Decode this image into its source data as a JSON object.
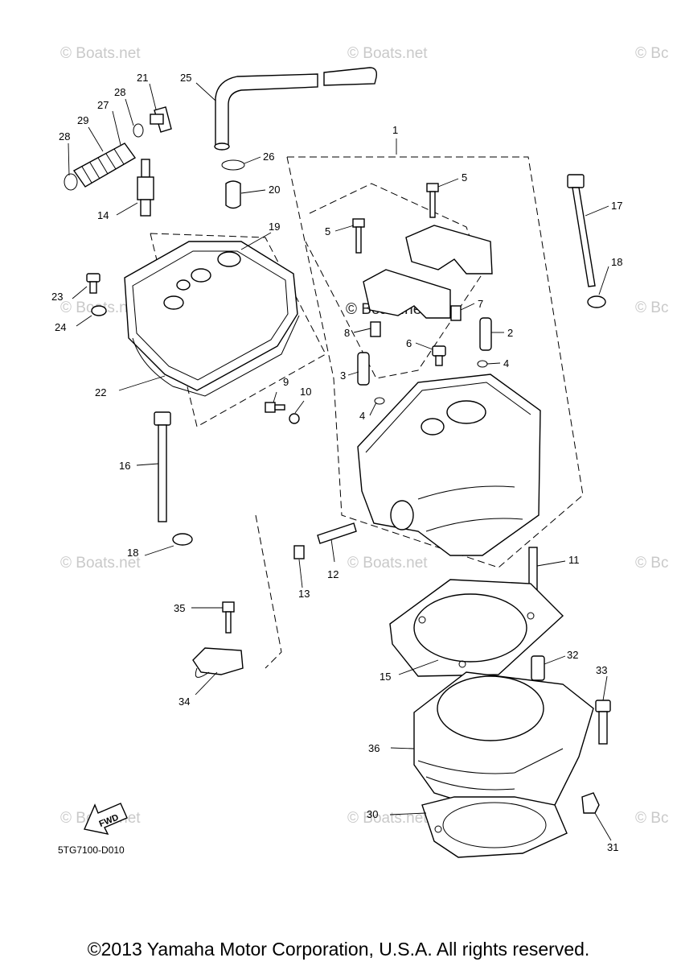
{
  "watermark_text": "© Boats.net",
  "watermark_partial": "© Bc",
  "diagram_code": "5TG7100-D010",
  "fwd_label": "FWD",
  "copyright": "©2013 Yamaha Motor Corporation, U.S.A. All rights reserved.",
  "callouts": {
    "c1": "1",
    "c2": "2",
    "c3": "3",
    "c4a": "4",
    "c4b": "4",
    "c5a": "5",
    "c5b": "5",
    "c6": "6",
    "c7": "7",
    "c8": "8",
    "c9": "9",
    "c10": "10",
    "c11": "11",
    "c12": "12",
    "c13": "13",
    "c14": "14",
    "c15": "15",
    "c16": "16",
    "c17": "17",
    "c18a": "18",
    "c18b": "18",
    "c19": "19",
    "c20": "20",
    "c21": "21",
    "c22": "22",
    "c23": "23",
    "c24": "24",
    "c25": "25",
    "c26": "26",
    "c27": "27",
    "c28a": "28",
    "c28b": "28",
    "c29": "29",
    "c30": "30",
    "c31": "31",
    "c32": "32",
    "c33": "33",
    "c34": "34",
    "c35": "35",
    "c36": "36"
  }
}
